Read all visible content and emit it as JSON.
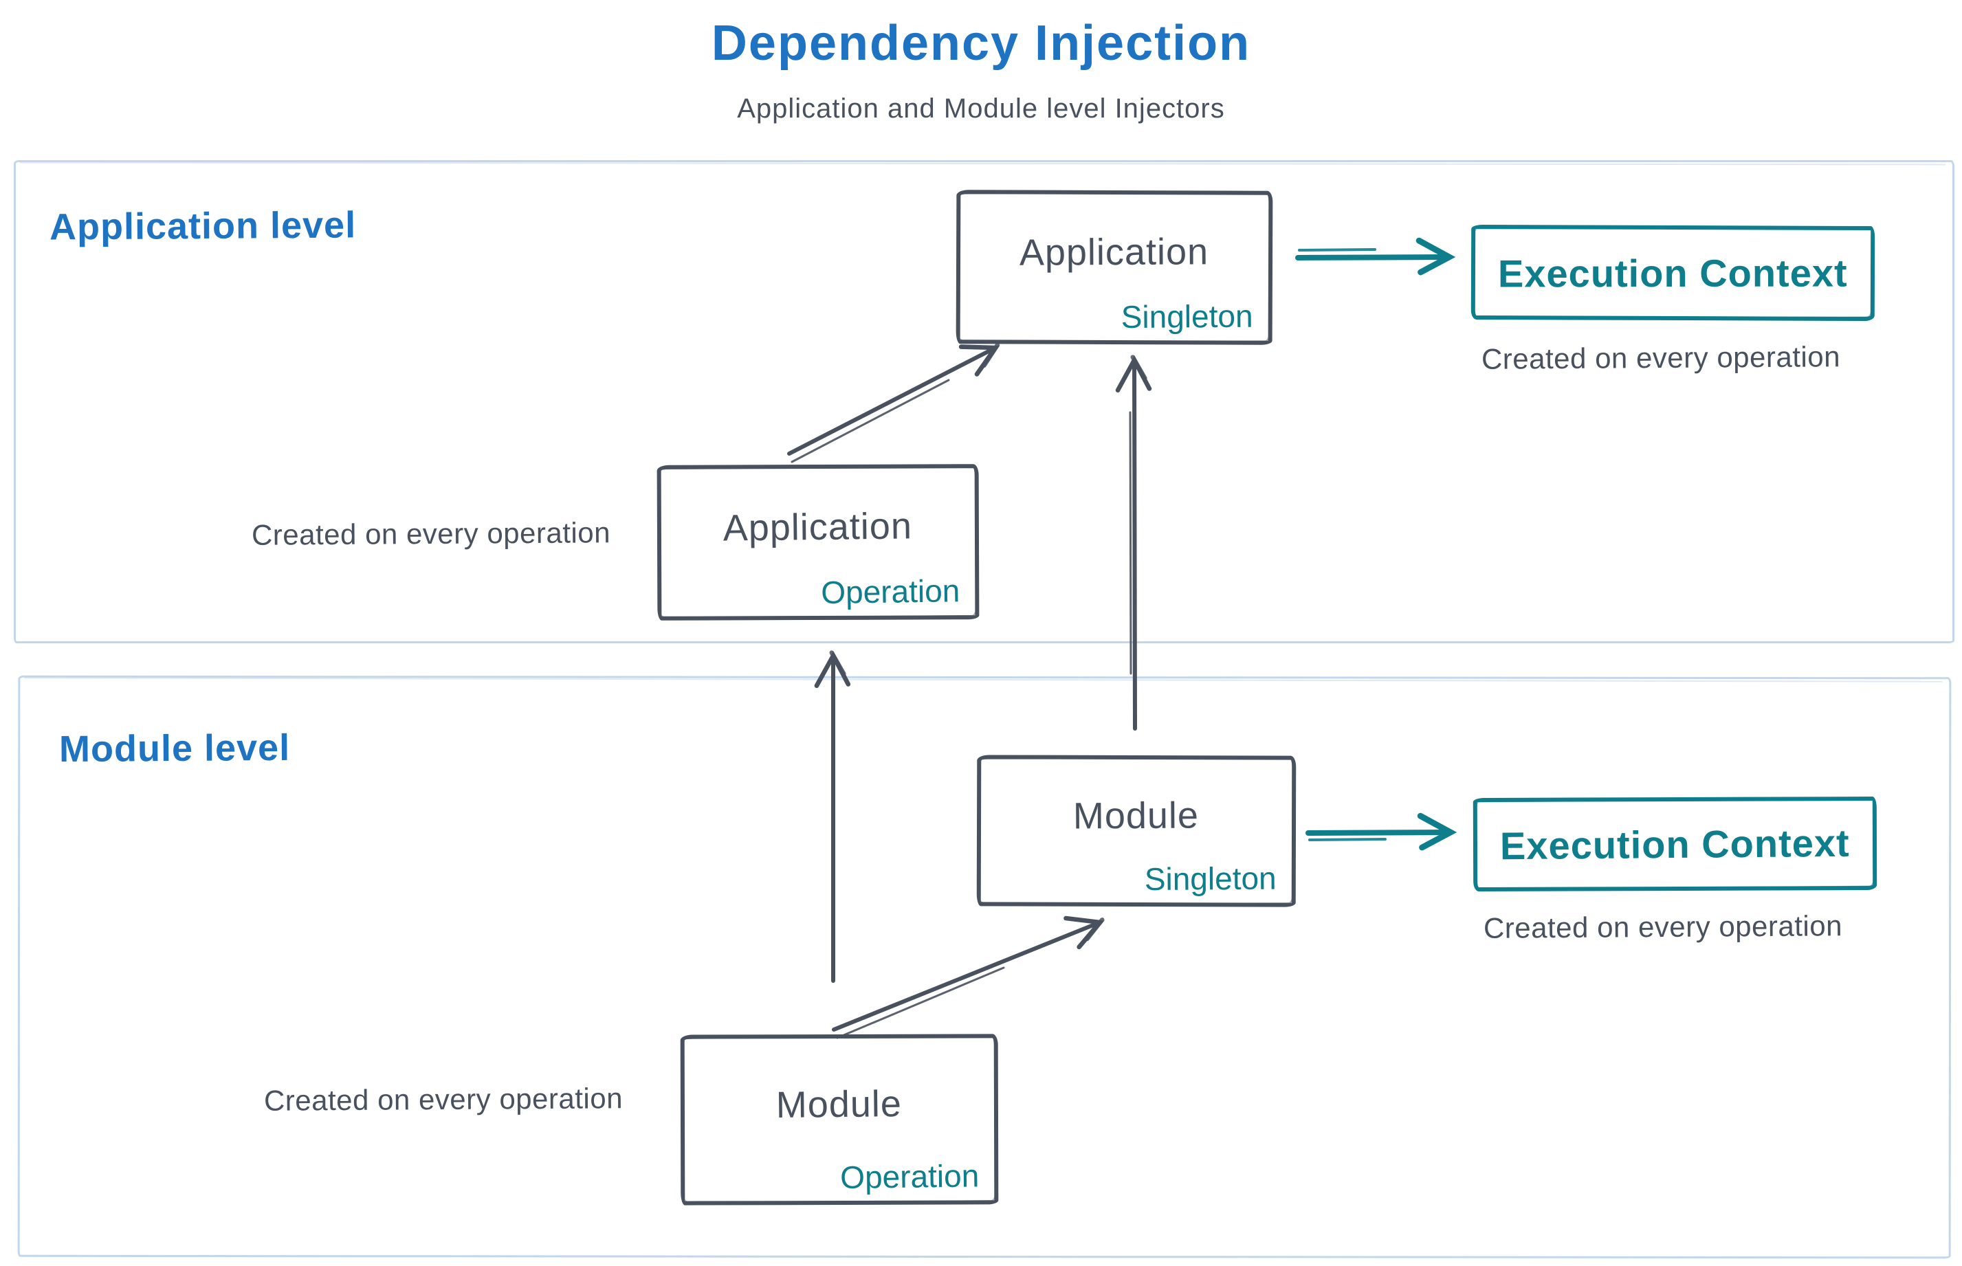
{
  "title": "Dependency Injection",
  "subtitle": "Application and Module level Injectors",
  "colors": {
    "accent_blue": "#1e73c2",
    "stroke_slate": "#49515e",
    "accent_teal": "#0e7d8c",
    "container_border": "#c3d7ec"
  },
  "sections": {
    "application": {
      "label": "Application level"
    },
    "module": {
      "label": "Module level"
    }
  },
  "nodes": {
    "app_singleton": {
      "title": "Application",
      "tag": "Singleton"
    },
    "app_operation": {
      "title": "Application",
      "tag": "Operation"
    },
    "module_singleton": {
      "title": "Module",
      "tag": "Singleton"
    },
    "module_operation": {
      "title": "Module",
      "tag": "Operation"
    },
    "execution_context_app": {
      "title": "Execution Context"
    },
    "execution_context_module": {
      "title": "Execution Context"
    }
  },
  "captions": {
    "app_operation_note": "Created on every operation",
    "app_context_note": "Created on every operation",
    "module_operation_note": "Created on every operation",
    "module_context_note": "Created on every operation"
  }
}
